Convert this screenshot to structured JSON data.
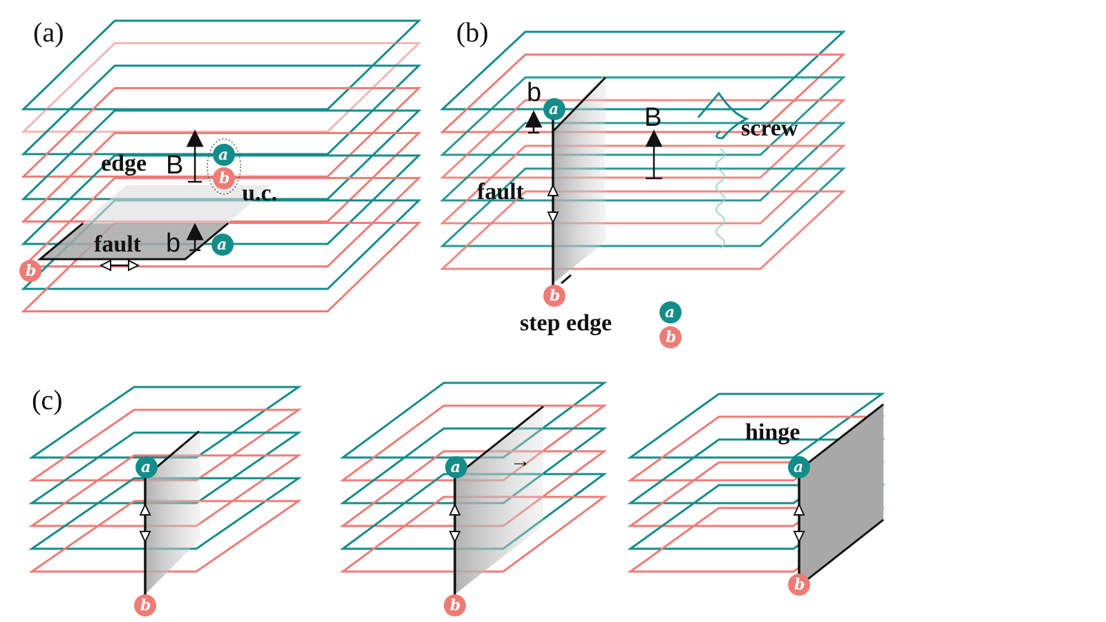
{
  "colors": {
    "layer_a": "#138d8a",
    "layer_b": "#ef7b75",
    "fault_fill": "#a8a8a8",
    "ink": "#111111"
  },
  "panels": {
    "a": {
      "tag": "(a)",
      "edge_label": "edge",
      "edge_symbol": "B",
      "unit_cell_label": "u.c.",
      "fault_label": "fault",
      "fault_symbol": "b",
      "node_a": "a",
      "node_b": "b"
    },
    "b": {
      "tag": "(b)",
      "b_symbol": "b",
      "B_symbol": "B",
      "screw_label": "screw",
      "fault_label": "fault",
      "step_edge_label": "step edge",
      "node_a": "a",
      "node_b": "b"
    },
    "c": {
      "tag": "(c)",
      "hinge_label": "hinge",
      "arrow_glyph": "→",
      "node_a": "a",
      "node_b": "b"
    }
  }
}
